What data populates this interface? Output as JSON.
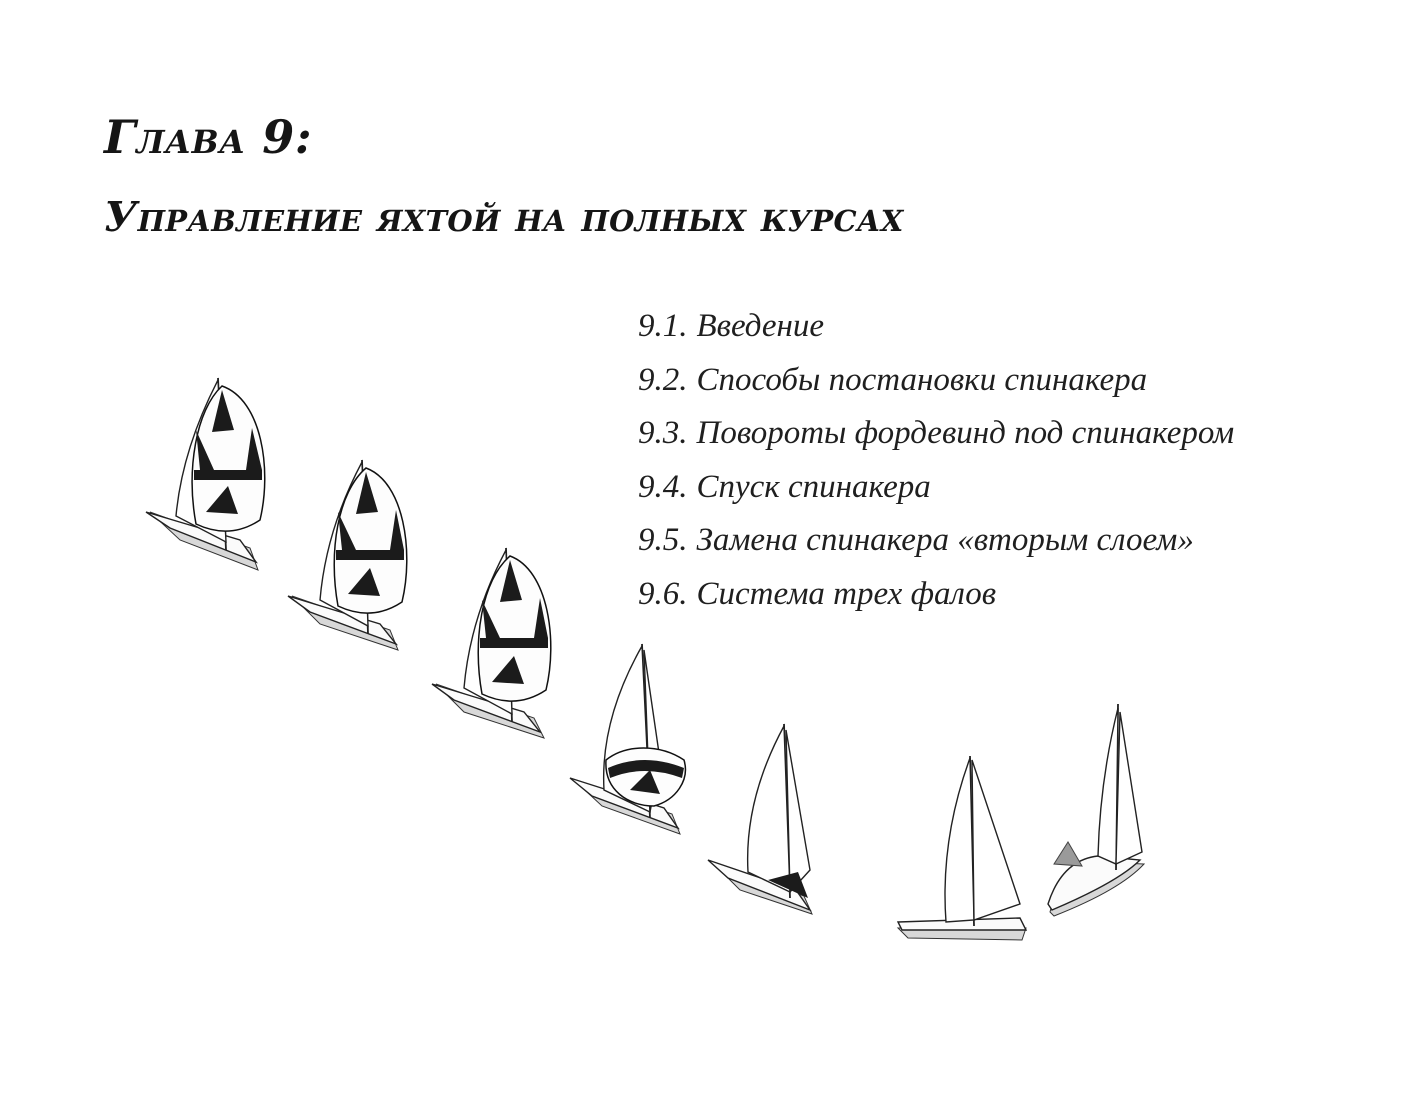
{
  "chapter": {
    "title": "Глава 9:",
    "subtitle": "Управление яхтой на полных курсах"
  },
  "toc": [
    {
      "num": "9.1.",
      "text": "Введение"
    },
    {
      "num": "9.2.",
      "text": "Способы постановки спинакера"
    },
    {
      "num": "9.3.",
      "text": "Повороты фордевинд под спинакером"
    },
    {
      "num": "9.4.",
      "text": "Спуск спинакера"
    },
    {
      "num": "9.5.",
      "text": "Замена спинакера «вторым слоем»"
    },
    {
      "num": "9.6.",
      "text": "Система трех фалов"
    }
  ]
}
